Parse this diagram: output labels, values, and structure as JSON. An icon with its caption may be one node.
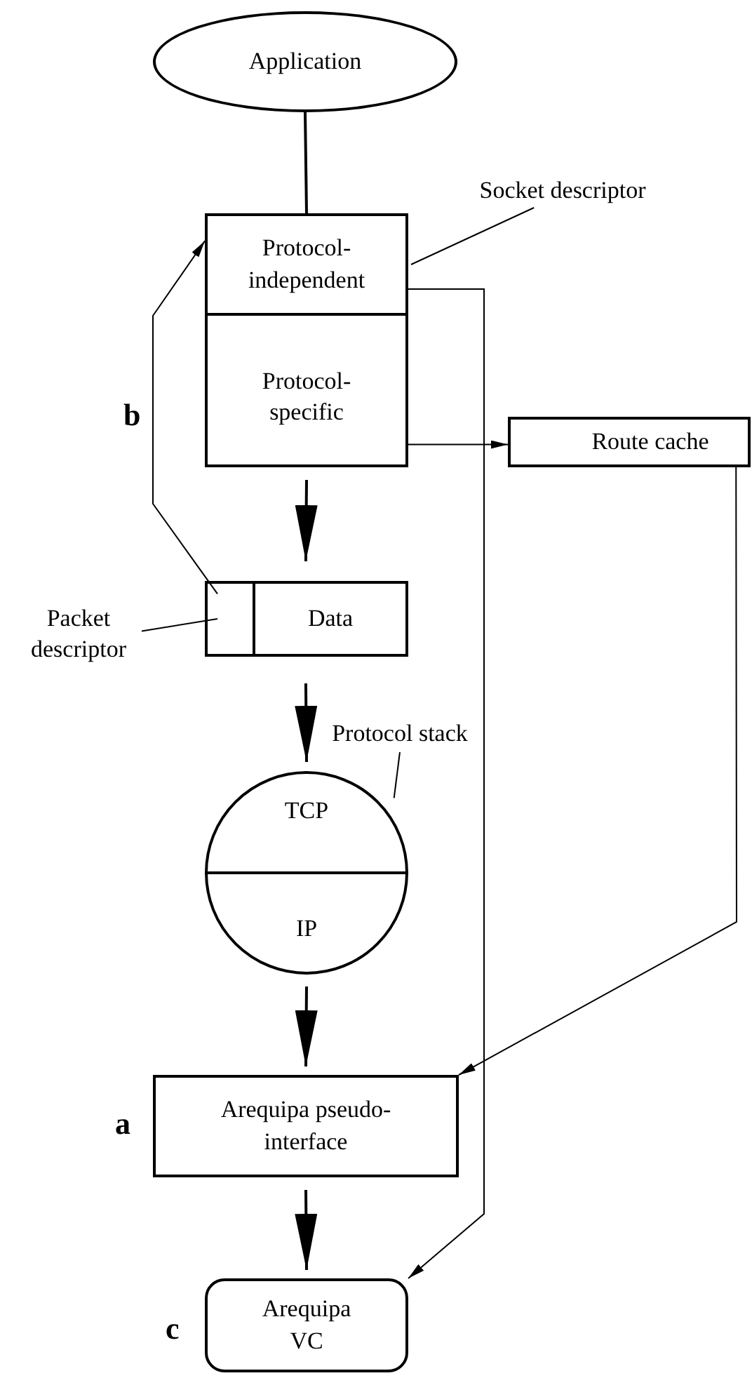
{
  "diagram": {
    "nodes": [
      {
        "text": [
          "Application"
        ]
      },
      {
        "text": [
          "Protocol-independent"
        ]
      },
      {
        "text": [
          "Protocol-specific"
        ]
      },
      {
        "text": [
          "Socket descriptor"
        ]
      },
      {
        "text": [
          "Route cache"
        ]
      },
      {
        "text": [],
        "shape": "box"
      },
      {
        "text": [
          "Data"
        ]
      },
      {
        "text": [
          "Packet descriptor"
        ]
      },
      {
        "text": [
          "Protocol stack"
        ]
      },
      {
        "text": [
          "TCP"
        ]
      },
      {
        "text": [
          "IP"
        ]
      },
      {
        "text": [
          "Arequipa pseudo-interface"
        ],
        "beside": [
          "a"
        ]
      },
      {
        "text": [
          "Arequipa VC"
        ],
        "beside": [
          "c"
        ]
      }
    ],
    "edges": [
      {
        "from": 0,
        "to": 1,
        "arrow": "none"
      },
      {
        "from": 3,
        "to": 1,
        "arrow": "none"
      },
      {
        "from": 2,
        "to": 4,
        "arrow": "to"
      },
      {
        "from": 1,
        "to": 12,
        "arrow": "to"
      },
      {
        "from": 4,
        "to": 11,
        "arrow": "to"
      },
      {
        "from": 5,
        "to": 1,
        "arrow": "to",
        "label": "b"
      },
      {
        "from": 2,
        "to": 6,
        "arrow": "to"
      },
      {
        "from": 7,
        "to": 5,
        "arrow": "none"
      },
      {
        "from": 6,
        "to": 9,
        "arrow": "to"
      },
      {
        "from": 8,
        "to": 9,
        "arrow": "none"
      },
      {
        "from": 10,
        "to": 11,
        "arrow": "to"
      },
      {
        "from": 11,
        "to": 12,
        "arrow": "to"
      }
    ]
  }
}
